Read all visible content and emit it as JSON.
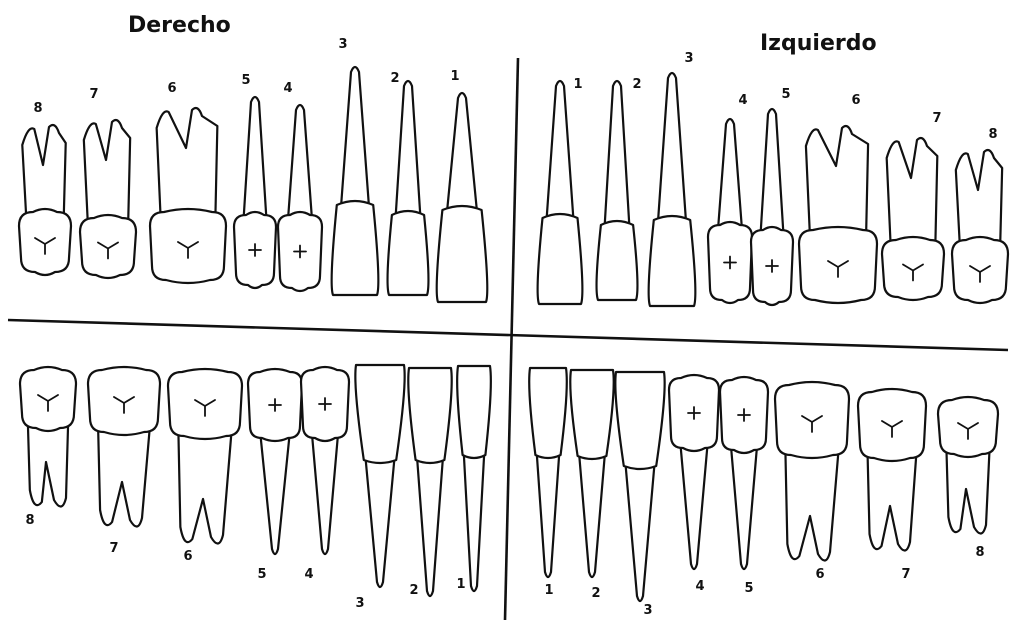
{
  "titles": {
    "right": "Derecho",
    "left": "Izquierdo"
  },
  "quadrants": {
    "upper_right": [
      "8",
      "7",
      "6",
      "5",
      "4",
      "3",
      "2",
      "1"
    ],
    "upper_left": [
      "1",
      "2",
      "3",
      "4",
      "5",
      "6",
      "7",
      "8"
    ],
    "lower_right": [
      "8",
      "7",
      "6",
      "5",
      "4",
      "3",
      "2",
      "1"
    ],
    "lower_left": [
      "1",
      "2",
      "3",
      "4",
      "5",
      "6",
      "7",
      "8"
    ]
  },
  "tooth_types": {
    "1": "central-incisor",
    "2": "lateral-incisor",
    "3": "canine",
    "4": "first-premolar",
    "5": "second-premolar",
    "6": "first-molar",
    "7": "second-molar",
    "8": "third-molar"
  },
  "colors": {
    "ink": "#111111",
    "paper": "#ffffff"
  }
}
